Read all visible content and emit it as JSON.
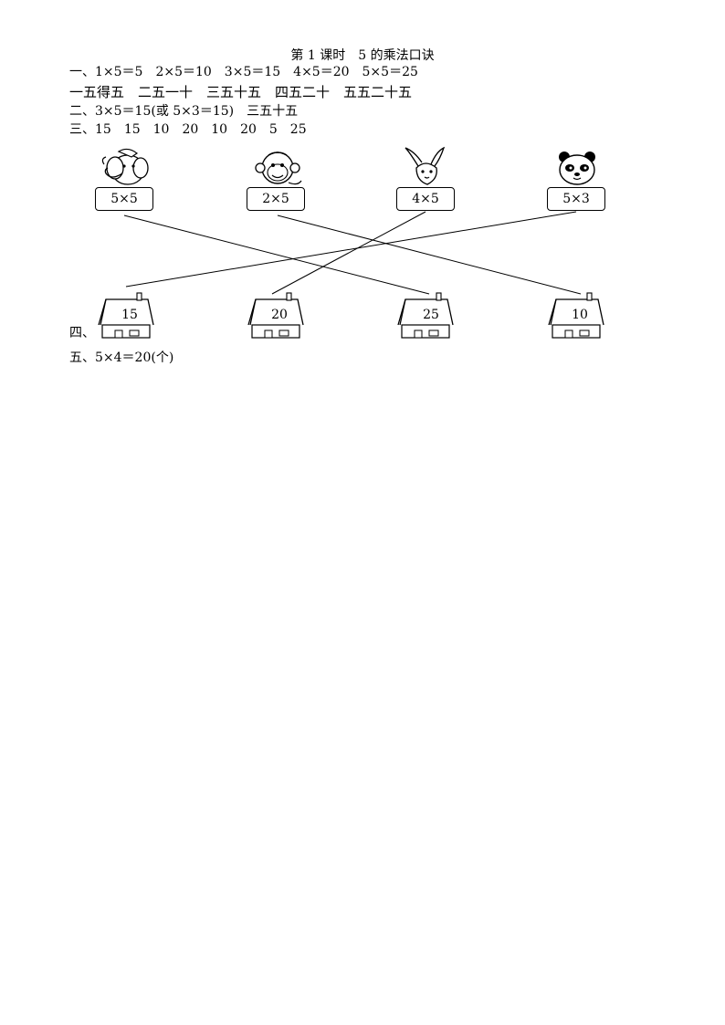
{
  "title": "第 1 课时　5 的乘法口诀",
  "lines": {
    "part1": "一、1×5＝5　2×5＝10　3×5＝15　4×5＝20　5×5＝25",
    "part1_rhymes": "一五得五　二五一十　三五十五　四五二十　五五二十五",
    "part2": "二、3×5＝15(或 5×3＝15)　三五十五",
    "part3": "三、15　15　10　20　10　20　5　25",
    "part4": "四、",
    "part5": "五、5×4＝20(个)"
  },
  "matching": {
    "animals": [
      {
        "name": "elephant",
        "expression": "5×5",
        "matches": "25"
      },
      {
        "name": "monkey",
        "expression": "2×5",
        "matches": "10"
      },
      {
        "name": "rabbit",
        "expression": "4×5",
        "matches": "20"
      },
      {
        "name": "panda",
        "expression": "5×3",
        "matches": "15"
      }
    ],
    "houses": [
      "15",
      "20",
      "25",
      "10"
    ]
  }
}
